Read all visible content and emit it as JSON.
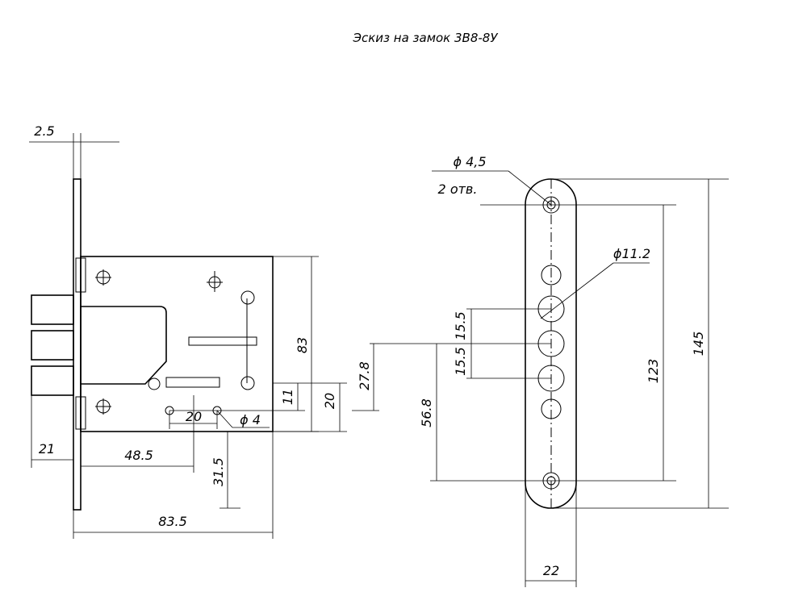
{
  "title": "Эскиз на замок 3В8-8У",
  "lock_body": {
    "dimensions": {
      "faceplate_thickness": "2.5",
      "backset_total": "83.5",
      "bolt_projection": "21",
      "spindle_offset": "48.5",
      "height_83": "83",
      "height_20": "20",
      "height_11": "11",
      "hole_spacing": "20",
      "hole_diameter": "ϕ 4",
      "lower_offset": "31.5",
      "offset_27_8": "27.8"
    }
  },
  "strike_plate": {
    "dimensions": {
      "mount_hole_diameter": "ϕ 4,5",
      "mount_hole_count": "2 отв.",
      "bolt_hole_diameter": "ϕ11.2",
      "pitch_upper": "15.5",
      "pitch_lower": "15.5",
      "offset_56_8": "56.8",
      "hole_center_distance": "123",
      "total_length": "145",
      "width": "22"
    }
  }
}
